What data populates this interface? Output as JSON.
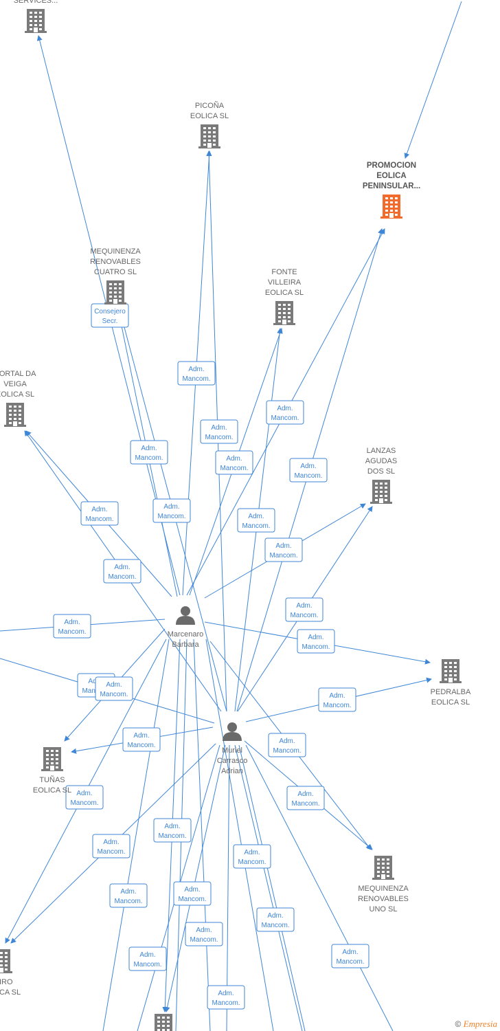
{
  "colors": {
    "edge": "#3f86d6",
    "building": "#7a7a7a",
    "highlight": "#f26b2d",
    "person": "#6a6a6a"
  },
  "people": [
    {
      "id": "marcenaro",
      "lines": [
        "Marcenaro",
        "Barbara"
      ]
    },
    {
      "id": "muriel",
      "lines": [
        "Muriel",
        "Carrasco",
        "Adrian"
      ]
    }
  ],
  "companies": [
    {
      "id": "servicios",
      "lines": [
        "SERVICES..."
      ]
    },
    {
      "id": "picona",
      "lines": [
        "PICOÑA",
        "EOLICA  SL"
      ]
    },
    {
      "id": "promocion",
      "lines": [
        "PROMOCION",
        "EOLICA",
        "PENINSULAR..."
      ],
      "highlight": true
    },
    {
      "id": "mequinenza4",
      "lines": [
        "MEQUINENZA",
        "RENOVABLES",
        "CUATRO  SL"
      ]
    },
    {
      "id": "fonte",
      "lines": [
        "FONTE",
        "VILLEIRA",
        "EOLICA  SL"
      ]
    },
    {
      "id": "portal",
      "lines": [
        "PORTAL DA",
        "VEIGA",
        "EOLICA  SL"
      ]
    },
    {
      "id": "lanzas",
      "lines": [
        "LANZAS",
        "AGUDAS",
        "DOS  SL"
      ]
    },
    {
      "id": "pedralba",
      "lines": [
        "PEDRALBA",
        "EOLICA  SL"
      ]
    },
    {
      "id": "tunas",
      "lines": [
        "TUÑAS",
        "EOLICA  SL"
      ]
    },
    {
      "id": "mequinenza1",
      "lines": [
        "MEQUINENZA",
        "RENOVABLES",
        "UNO  SL"
      ]
    },
    {
      "id": "leiro",
      "lines": [
        "LEIRO",
        "EOLICA  SL"
      ]
    },
    {
      "id": "bottom",
      "lines": []
    }
  ],
  "edge_labels": {
    "consejero": [
      "Consejero",
      "Secr."
    ],
    "adm": [
      "Adm.",
      "Mancom."
    ]
  },
  "footer": {
    "symbol": "©",
    "brand": "Empresia"
  }
}
